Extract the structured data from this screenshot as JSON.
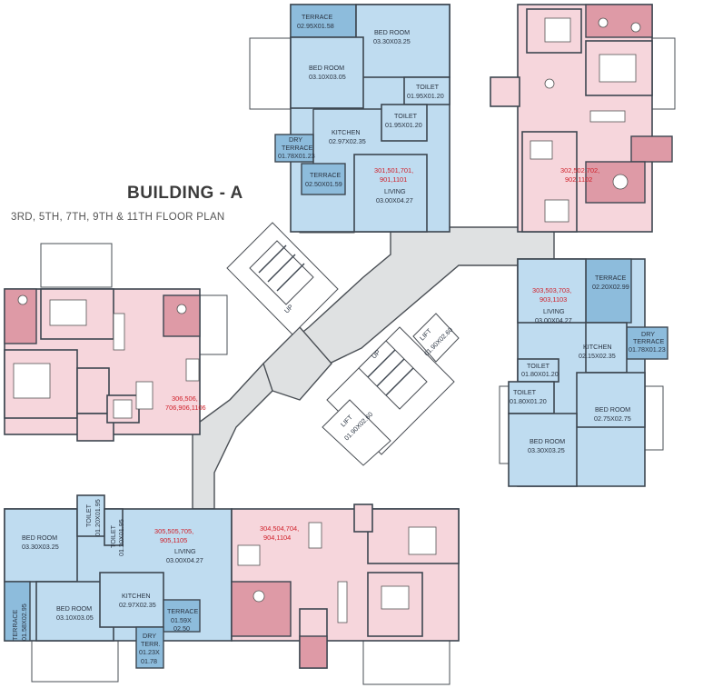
{
  "title": "BUILDING - A",
  "subtitle": "3RD, 5TH, 7TH, 9TH & 11TH FLOOR PLAN",
  "colors": {
    "blue_flat": "#bfdcf0",
    "blue_dark": "#8dbcdc",
    "pink_flat": "#f6d6dc",
    "pink_dark": "#de9aa6",
    "corridor": "#dfe1e2",
    "unit_number_text": "#d0202a"
  },
  "units": {
    "top_blue": {
      "numbers": [
        "301,501,701,",
        "901,1101"
      ],
      "rooms": {
        "terrace": [
          "TERRACE",
          "02.95X01.58"
        ],
        "bed1": [
          "BED ROOM",
          "03.30X03.25"
        ],
        "bed2": [
          "BED ROOM",
          "03.10X03.05"
        ],
        "toilet1": [
          "TOILET",
          "01.95X01.20"
        ],
        "toilet2": [
          "TOILET",
          "01.95X01.20"
        ],
        "kitchen": [
          "KITCHEN",
          "02.97X02.35"
        ],
        "dry": [
          "DRY",
          "TERRACE",
          "01.78X01.23"
        ],
        "terrace2": [
          "TERRACE",
          "02.50X01.59"
        ],
        "living": [
          "LIVING",
          "03.00X04.27"
        ]
      }
    },
    "top_pink": {
      "numbers": [
        "302,502,702,",
        "902,1102"
      ]
    },
    "left_pink": {
      "numbers": [
        "306,506,",
        "706,906,1106"
      ]
    },
    "right_blue": {
      "numbers": [
        "303,503,703,",
        "903,1103"
      ],
      "rooms": {
        "terrace": [
          "TERRACE",
          "02.20X02.99"
        ],
        "living": [
          "LIVING",
          "03.00X04.27"
        ],
        "dry": [
          "DRY",
          "TERRACE",
          "01.78X01.23"
        ],
        "kitchen": [
          "KITCHEN",
          "02.15X02.35"
        ],
        "toilet1": [
          "TOILET",
          "01.80X01.20"
        ],
        "toilet2": [
          "TOILET",
          "01.80X01.20"
        ],
        "bed1": [
          "BED ROOM",
          "02.75X02.75"
        ],
        "bed2": [
          "BED ROOM",
          "03.30X03.25"
        ]
      }
    },
    "bottom_blue": {
      "numbers": [
        "305,505,705,",
        "905,1105"
      ],
      "rooms": {
        "toilet1": [
          "TOILET",
          "01.20X01.95"
        ],
        "toilet2": [
          "TOILET",
          "01.20X01.95"
        ],
        "bed1": [
          "BED ROOM",
          "03.30X03.25"
        ],
        "living": [
          "LIVING",
          "03.00X04.27"
        ],
        "bed2": [
          "BED ROOM",
          "03.10X03.05"
        ],
        "kitchen": [
          "KITCHEN",
          "02.97X02.35"
        ],
        "terrace": [
          "TERRACE",
          "01.58X02.95"
        ],
        "terrace2": [
          "TERRACE",
          "01.59X",
          "02.50"
        ],
        "dry": [
          "DRY",
          "TERR.",
          "01.23X",
          "01.78"
        ]
      }
    },
    "bottom_pink": {
      "numbers": [
        "304,504,704,",
        "904,1104"
      ]
    }
  },
  "core": {
    "up_left": "UP",
    "up_center": "UP",
    "lift1": [
      "LIFT",
      "01.90X02.60"
    ],
    "lift2": [
      "LIFT",
      "01.90X02.60"
    ]
  }
}
